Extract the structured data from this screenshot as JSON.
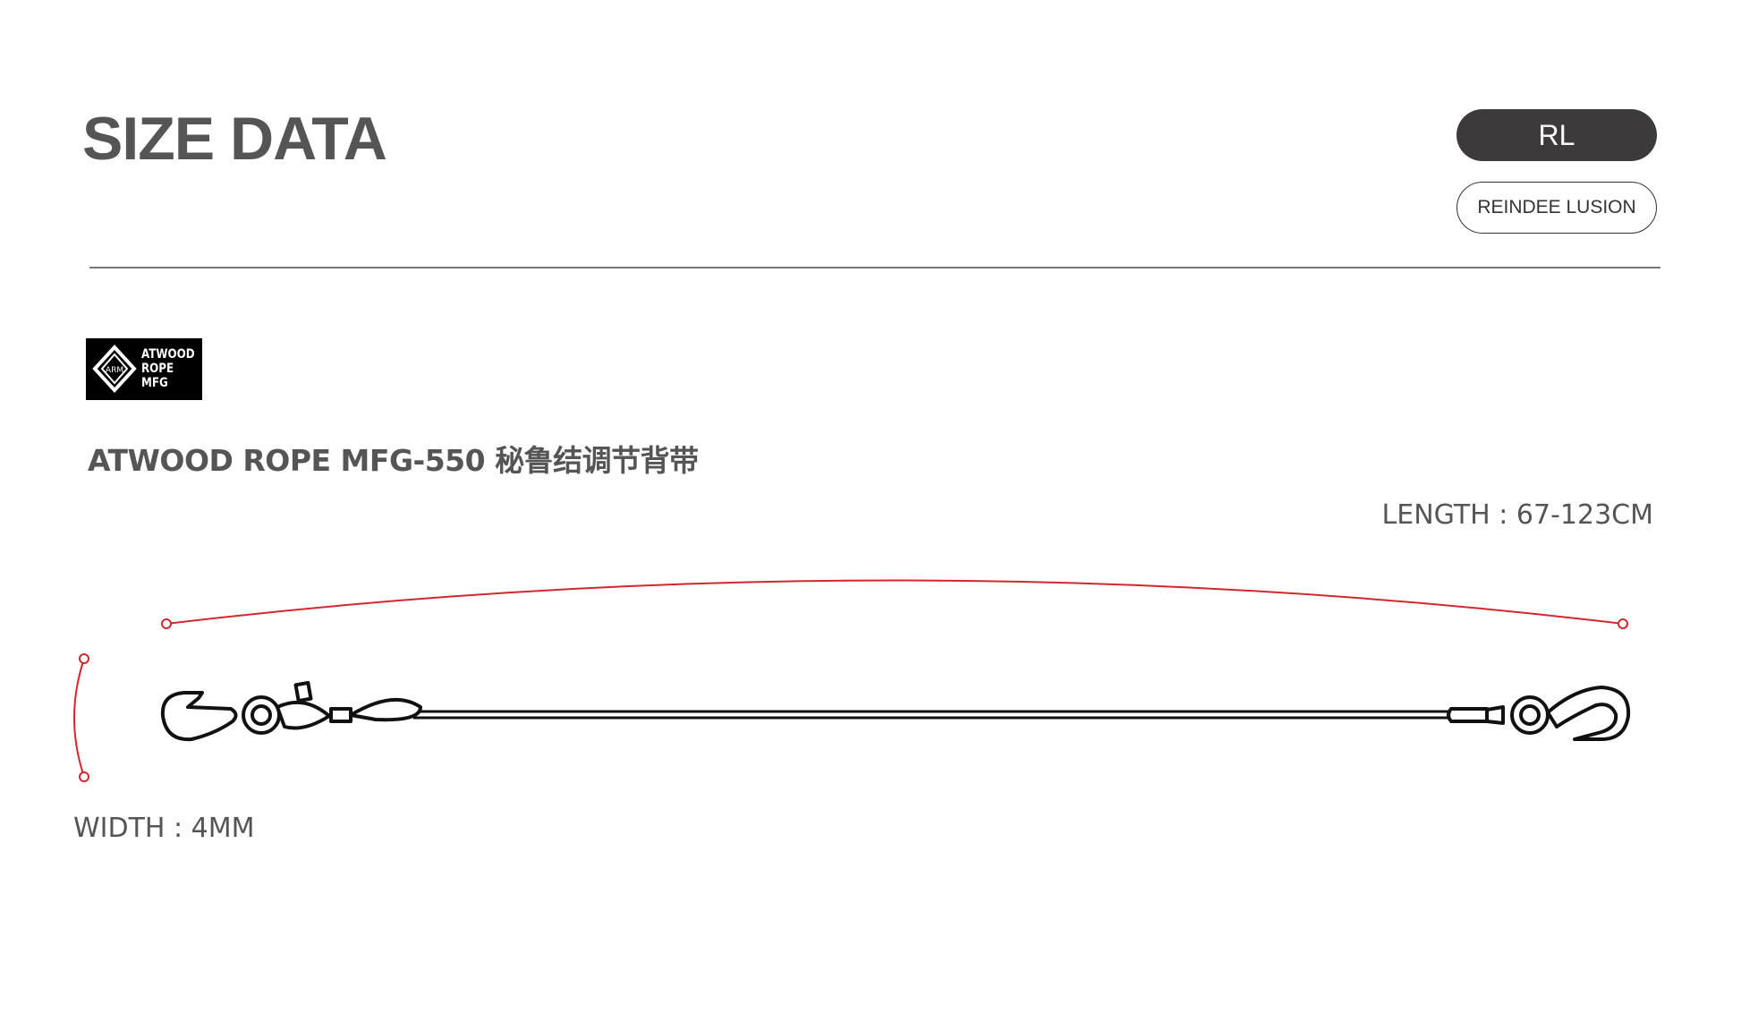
{
  "header": {
    "title": "SIZE DATA",
    "badge": "RL",
    "brand": "REINDEE LUSION"
  },
  "logo": {
    "mark": "ARM",
    "lines": [
      "ATWOOD",
      "ROPE",
      "MFG"
    ]
  },
  "product": {
    "name": "ATWOOD ROPE MFG-550 秘鲁结调节背带"
  },
  "dimensions": {
    "length": "LENGTH : 67-123CM",
    "width": "WIDTH : 4MM"
  },
  "colors": {
    "accent": "#d0282e",
    "text": "#555555"
  }
}
